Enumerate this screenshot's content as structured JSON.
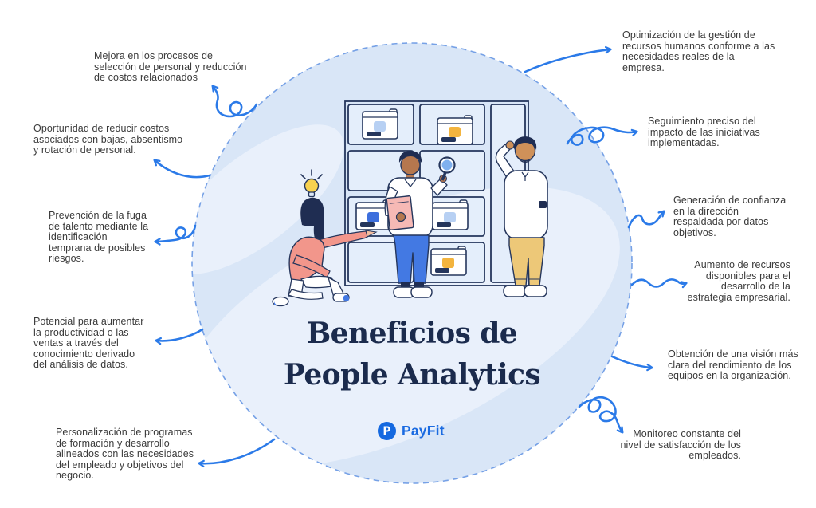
{
  "header": {
    "title_line1": "Beneficios de",
    "title_line2": "People Analytics"
  },
  "logo": {
    "mark_letter": "P",
    "text": "PayFit"
  },
  "colors": {
    "accent_blue": "#2b7ae8",
    "circle_fill": "#d9e6f7",
    "circle_fill_light": "#e9f0fb",
    "circle_border": "#76a1e6",
    "title_navy": "#1b2b4d",
    "payfit_blue": "#1569e0",
    "text_gray": "#3a3a3a",
    "outline_navy": "#25365c",
    "box_blue": "#3d6fdd",
    "box_light_blue": "#b7d0f3",
    "box_yellow": "#f3b43e"
  },
  "icons": {
    "logo_mark": "circled-P",
    "lightbulb": "💡",
    "magnifying_glass": "🔍",
    "curly_arrow": "↪"
  },
  "benefits": {
    "left": [
      {
        "text": "Mejora en los procesos de\nselección de personal y reducción\nde costos relacionados"
      },
      {
        "text": "Oportunidad de reducir costos\nasociados con bajas, absentismo\ny rotación de personal."
      },
      {
        "text": "Prevención de la fuga\nde talento mediante la\nidentificación\ntemprana de posibles\nriesgos."
      },
      {
        "text": "Potencial para aumentar\nla productividad o las\nventas a través del\nconocimiento derivado\ndel análisis de datos."
      },
      {
        "text": "Personalización de programas\nde formación y desarrollo\nalineados con las necesidades\ndel empleado y objetivos del\nnegocio."
      }
    ],
    "right": [
      {
        "text": "Optimización de la gestión de\nrecursos humanos conforme a las\nnecesidades reales de la\nempresa."
      },
      {
        "text": "Seguimiento preciso del\nimpacto de las iniciativas\nimplementadas."
      },
      {
        "text": "Generación de confianza\nen la dirección\nrespaldada por datos\nobjetivos."
      },
      {
        "text": "Aumento de recursos\ndisponibles para el\ndesarrollo de la\nestrategia empresarial."
      },
      {
        "text": "Obtención de una visión más\nclara del rendimiento de los\nequipos en la organización."
      },
      {
        "text": "Monitoreo constante del\nnivel de satisfacción de los\nempleados."
      }
    ]
  }
}
